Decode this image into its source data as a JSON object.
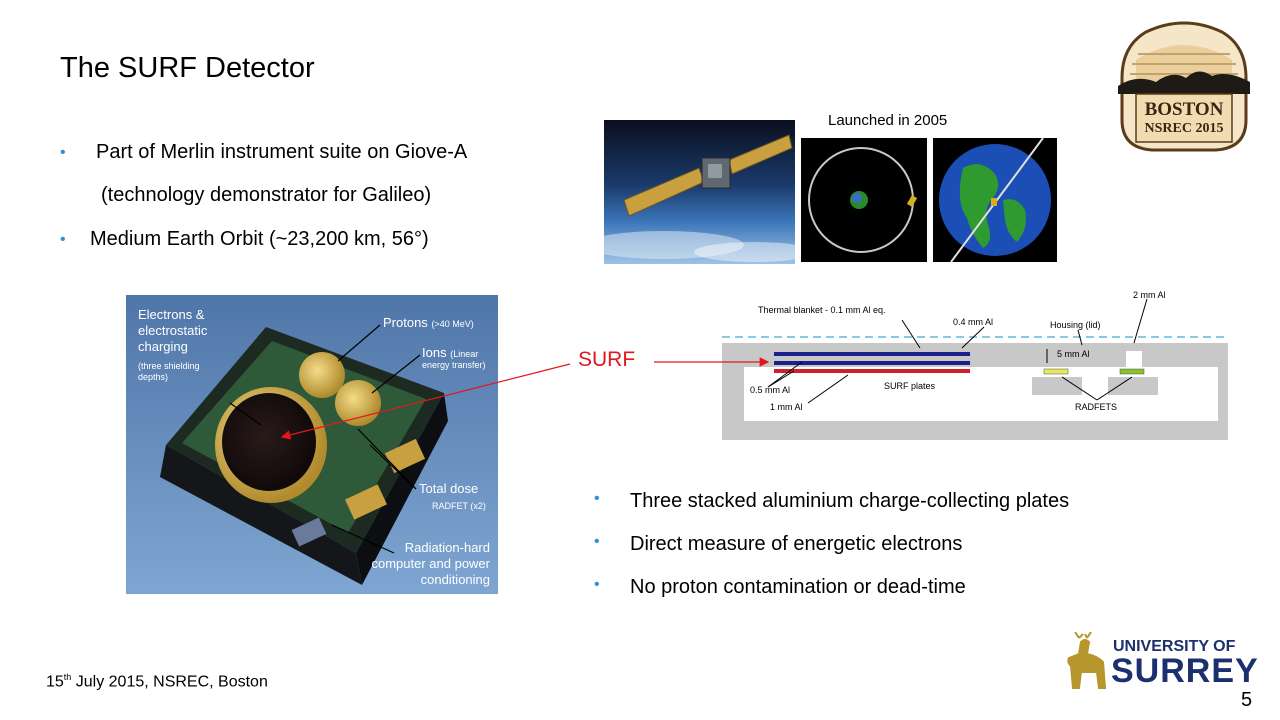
{
  "slide": {
    "title": "The SURF Detector",
    "bullets_left": [
      {
        "line1": "Part of Merlin instrument suite on Giove-A",
        "line2": "(technology demonstrator for Galileo)"
      },
      {
        "line1": "Medium Earth Orbit (~23,200 km, 56°)"
      }
    ],
    "bullets_right": [
      "Three stacked aluminium charge-collecting plates",
      "Direct measure of energetic electrons",
      "No proton contamination or dead-time"
    ],
    "surf_label": "SURF",
    "launched_caption": "Launched in 2005",
    "footer_day": "15",
    "footer_suffix": "th",
    "footer_rest": " July 2015, NSREC, Boston",
    "page_number": "5"
  },
  "photo_labels": {
    "electrons": [
      "Electrons &",
      "electrostatic",
      "charging"
    ],
    "electrons_sub": [
      "(three shielding",
      "depths)"
    ],
    "protons": "Protons",
    "protons_sub": "(>40 MeV)",
    "ions": "Ions",
    "ions_sub1": "(Linear",
    "ions_sub2": "energy transfer)",
    "total_dose": "Total dose",
    "radfet": "RADFET (x2)",
    "computer": [
      "Radiation-hard",
      "computer and power",
      "conditioning"
    ]
  },
  "diagram_labels": {
    "thermal": "Thermal blanket - 0.1 mm Al eq.",
    "al04": "0.4 mm Al",
    "al2": "2 mm Al",
    "housing": "Housing (lid)",
    "al5": "5 mm Al",
    "al05": "0.5 mm Al",
    "al1": "1 mm Al",
    "plates": "SURF plates",
    "radfets": "RADFETS"
  },
  "logos": {
    "boston_line1": "BOSTON",
    "boston_line2": "NSREC 2015",
    "surrey_line1": "UNIVERSITY OF",
    "surrey_line2": "SURREY"
  },
  "colors": {
    "bullet": "#2f8fd6",
    "surf_red": "#e0181c",
    "plate_blue": "#1a1f8a",
    "plate_red": "#d0202a",
    "surrey_blue": "#1c2f6e",
    "surrey_gold": "#b8962e"
  }
}
